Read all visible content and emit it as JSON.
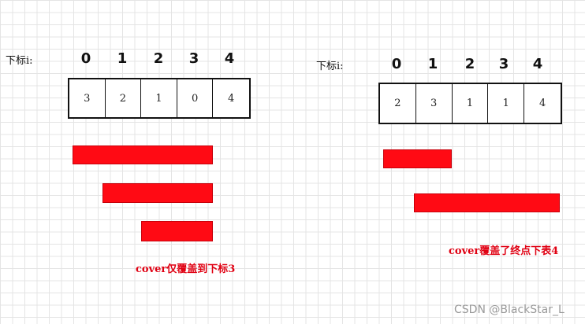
{
  "left": {
    "index_label": "下标i:",
    "indices": [
      "0",
      "1",
      "2",
      "3",
      "4"
    ],
    "cells": [
      "3",
      "2",
      "1",
      "0",
      "4"
    ],
    "caption": "cover仅覆盖到下标3"
  },
  "right": {
    "index_label": "下标i:",
    "indices": [
      "0",
      "1",
      "2",
      "3",
      "4"
    ],
    "cells": [
      "2",
      "3",
      "1",
      "1",
      "4"
    ],
    "caption": "cover覆盖了终点下表4"
  },
  "watermark": "CSDN @BlackStar_L",
  "colors": {
    "bar": "#ff0a14",
    "caption": "#e00012",
    "grid": "#e4e4e4"
  }
}
